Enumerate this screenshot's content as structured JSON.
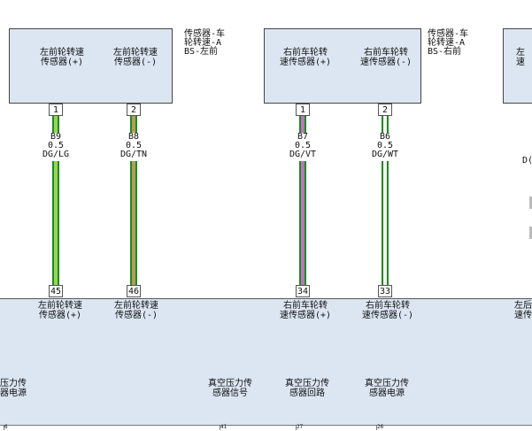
{
  "sensors": [
    {
      "side_label": "传感器-车\n轮转速-A\nBS-左前",
      "ports": [
        "左前轮转速\n传感器(+)",
        "左前轮转速\n传感器(-)"
      ]
    },
    {
      "side_label": "传感器-车\n轮转速-A\nBS-右前",
      "ports": [
        "右前车轮转\n速传感器(+)",
        "右前车轮转\n速传感器(-)"
      ]
    },
    {
      "partial_label": "左\n速"
    }
  ],
  "wires": [
    {
      "top_pin": "1",
      "code": "B9",
      "gauge": "0.5",
      "color_code": "DG/LG",
      "bottom_pin": "45",
      "base_color": "#1f8a1f",
      "stripe_color": "#9ad35a",
      "ecu_label": "左前轮转速\n传感器(+)"
    },
    {
      "top_pin": "2",
      "code": "B8",
      "gauge": "0.5",
      "color_code": "DG/TN",
      "bottom_pin": "46",
      "base_color": "#1f8a1f",
      "stripe_color": "#b89a5a",
      "ecu_label": "左前轮转速\n传感器(-)"
    },
    {
      "top_pin": "1",
      "code": "B7",
      "gauge": "0.5",
      "color_code": "DG/VT",
      "bottom_pin": "34",
      "base_color": "#1f8a1f",
      "stripe_color": "#c070c8",
      "ecu_label": "右前车轮转\n速传感器(+)"
    },
    {
      "top_pin": "2",
      "code": "B6",
      "gauge": "0.5",
      "color_code": "DG/WT",
      "bottom_pin": "33",
      "base_color": "#1f8a1f",
      "stripe_color": "#f2f2f2",
      "ecu_label": "右前车轮转\n速传感器(-)"
    }
  ],
  "edge_text": {
    "right_wire_code": "D(",
    "right_ecu_label": "左后\n速传"
  },
  "ecu_lower_labels": [
    "压力传\n器电源",
    "真空压力传\n感器信号",
    "真空压力传\n感器回路",
    "真空压力传\n感器电源"
  ],
  "footer_cells": [
    "6",
    "41",
    "27",
    "26"
  ]
}
